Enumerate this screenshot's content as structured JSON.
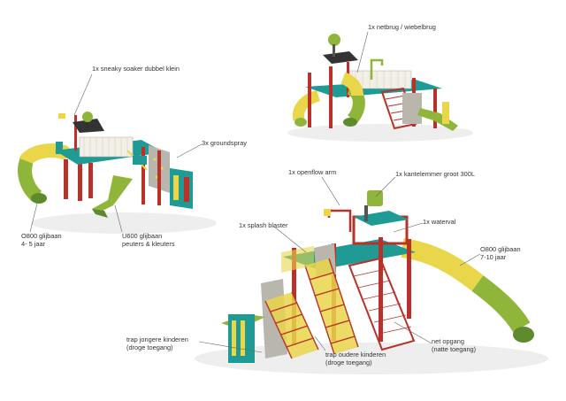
{
  "labels": {
    "sneaky": "1x sneaky soaker dubbel klein",
    "groundspray": "3x groundspray",
    "o800a_l1": "O800 glijbaan",
    "o800a_l2": "4- 5 jaar",
    "u600_l1": "U600 glijbaan",
    "u600_l2": "peuters & kleuters",
    "netbrug": "1x netbrug / wiebelbrug",
    "openflow": "1x openflow arm",
    "kantelemmer": "1x kantelemmer groot 300L",
    "splash": "1x splash blaster",
    "waterval": "1x waterval",
    "o800b_l1": "O800 glijbaan",
    "o800b_l2": "7-10 jaar",
    "trap_j_l1": "trap jongere kinderen",
    "trap_j_l2": "(droge toegang)",
    "trap_o_l1": "trap oudere kinderen",
    "trap_o_l2": "(droge toegang)",
    "net_l1": "net opgang",
    "net_l2": "(natte toegang)"
  },
  "colors": {
    "red": "#b8322a",
    "teal": "#1f9a95",
    "yellow": "#e9d64a",
    "green": "#8fb63a",
    "darkgreen": "#5d8a2c",
    "grey": "#b9b6ae"
  }
}
